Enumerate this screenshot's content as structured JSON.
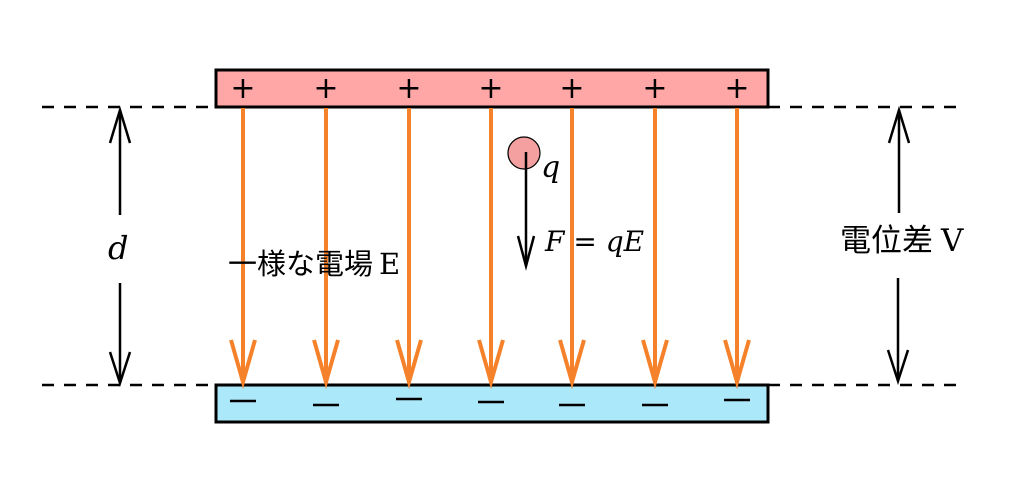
{
  "colors": {
    "positive_plate": "#ffa6a6",
    "negative_plate": "#aae8fa",
    "field_arrow": "#f5822a",
    "charge": "#f4a0a0",
    "outline": "#000000"
  },
  "plates": {
    "positive": {
      "sign": "+",
      "count": 7
    },
    "negative": {
      "sign": "−",
      "count": 7
    }
  },
  "field": {
    "label": "一様な電場",
    "symbol": "E",
    "arrow_count": 7
  },
  "charge": {
    "symbol": "q",
    "force_lhs": "F",
    "force_eq": " = ",
    "force_q": "q",
    "force_E": "E"
  },
  "distance": {
    "symbol": "d"
  },
  "potential": {
    "label": "電位差",
    "symbol": "V"
  }
}
